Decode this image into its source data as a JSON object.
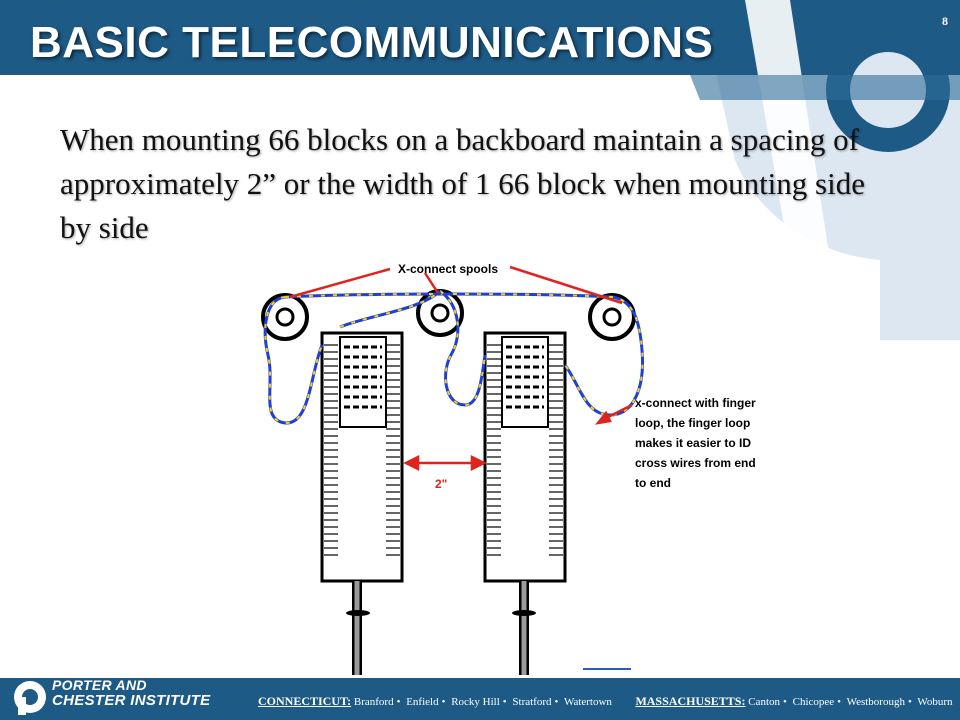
{
  "slide": {
    "title": "BASIC TELECOMMUNICATIONS",
    "number": "8",
    "body_text": "When mounting 66 blocks on a backboard maintain a spacing of approximately 2” or the width of 1 66 block when mounting side by side"
  },
  "diagram": {
    "spools_label": "X-connect spools",
    "finger_loop_line1": "x-connect with finger",
    "finger_loop_line2": "loop, the finger loop",
    "finger_loop_line3": "makes it easier to ID",
    "finger_loop_line4": "cross wires from end",
    "finger_loop_line5": "to end",
    "spacing_label": "2\""
  },
  "footer": {
    "brand_line1": "PORTER AND",
    "brand_line2": "CHESTER INSTITUTE",
    "ct_label": "CONNECTICUT:",
    "ct_towns": [
      "Branford",
      "Enfield",
      "Rocky Hill",
      "Stratford",
      "Watertown"
    ],
    "ma_label": "MASSACHUSETTS:",
    "ma_towns": [
      "Canton",
      "Chicopee",
      "Westborough",
      "Woburn"
    ]
  },
  "colors": {
    "brand_blue": "#1d5a86",
    "wire_blue": "#1f3fd6",
    "wire_yellow": "#f2d21b",
    "annotation_red": "#e0231c"
  }
}
